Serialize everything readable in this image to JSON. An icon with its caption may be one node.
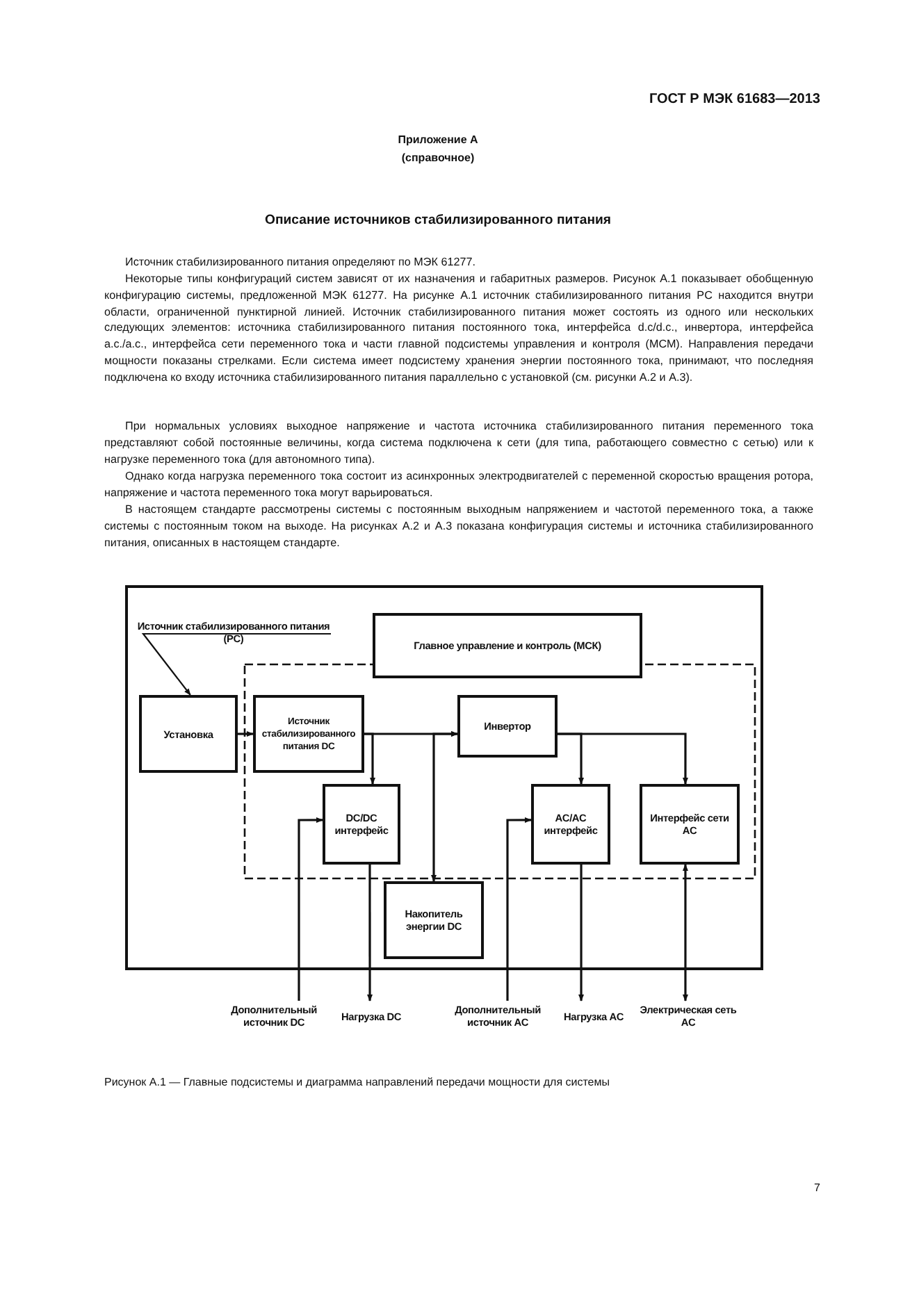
{
  "diagram": {
    "title": "Описание источников стабилизированного питания",
    "caption": "Рисунок А.1 — Главные подсистемы и диаграмма направлений передачи мощности для системы",
    "nodes": [
      {
        "text": [
          "Источник стабилизированного питания (PC)"
        ]
      },
      {
        "text": [
          "Главное управление и контроль (МСК)"
        ]
      },
      {
        "text": [
          "Установка"
        ]
      },
      {
        "text": [
          "Источник стабилизированного питания DC"
        ]
      },
      {
        "text": [
          "Инвертор"
        ]
      },
      {
        "text": [
          "DC/DC интерфейс"
        ]
      },
      {
        "text": [
          "AC/AC интерфейс"
        ]
      },
      {
        "text": [
          "Интерфейс сети AC"
        ]
      },
      {
        "text": [
          "Накопитель энергии DC"
        ]
      },
      {
        "text": [
          "Дополнительный источник DC"
        ]
      },
      {
        "text": [
          "Нагрузка DC"
        ]
      },
      {
        "text": [
          "Дополнительный источник AC"
        ]
      },
      {
        "text": [
          "Нагрузка AC"
        ]
      },
      {
        "text": [
          "Электрическая сеть AC"
        ]
      }
    ],
    "edges": [
      {
        "from": 0,
        "to": 2,
        "arrow": "to"
      },
      {
        "from": 2,
        "to": 3,
        "arrow": "to"
      },
      {
        "from": 3,
        "to": 4,
        "arrow": "to"
      },
      {
        "from": 3,
        "to": 5,
        "arrow": "to"
      },
      {
        "from": 8,
        "to": 4,
        "arrow": "both"
      },
      {
        "from": 9,
        "to": 5,
        "arrow": "to"
      },
      {
        "from": 5,
        "to": 10,
        "arrow": "to"
      },
      {
        "from": 4,
        "to": 6,
        "arrow": "to"
      },
      {
        "from": 4,
        "to": 7,
        "arrow": "to"
      },
      {
        "from": 11,
        "to": 6,
        "arrow": "to"
      },
      {
        "from": 6,
        "to": 12,
        "arrow": "to"
      },
      {
        "from": 7,
        "to": 13,
        "arrow": "both"
      }
    ],
    "labels": [
      "ГОСТ Р МЭК 61683—2013",
      "Приложение А",
      "(справочное)",
      "Источник стабилизированного питания определяют по МЭК 61277.",
      "Некоторые типы конфигураций систем зависят от их назначения и габаритных размеров. Рисунок А.1 показывает обобщенную конфигурацию системы, предложенной МЭК 61277. На рисунке А.1 источник стабилизированного питания PC находится внутри области, ограниченной пунктирной линией. Источник стабилизированного питания может состоять из одного или нескольких следующих элементов: источника стабилизированного питания постоянного тока, интерфейса d.c/d.c., инвертора, интерфейса a.c./a.c., интерфейса сети переменного тока и части главной подсистемы управления и контроля (МСМ). Направления передачи мощности показаны стрелками. Если система имеет подсистему хранения энергии постоянного тока, принимают, что последняя подключена ко входу источника стабилизированного питания параллельно с установкой (см. рисунки А.2 и А.3).",
      "При нормальных условиях выходное напряжение и частота источника стабилизированного питания переменного тока представляют собой постоянные величины, когда система подключена к сети (для типа, работающего совместно с сетью) или к нагрузке переменного тока (для автономного типа).",
      "Однако когда нагрузка переменного тока состоит из асинхронных электродвигателей с переменной скоростью вращения ротора, напряжение и частота переменного тока могут варьироваться.",
      "В настоящем стандарте рассмотрены системы с постоянным выходным напряжением и частотой переменного тока, а также системы с постоянным током на выходе. На рисунках А.2 и А.3 показана конфигурация системы и источника стабилизированного питания, описанных в настоящем стандарте.",
      "7"
    ]
  }
}
